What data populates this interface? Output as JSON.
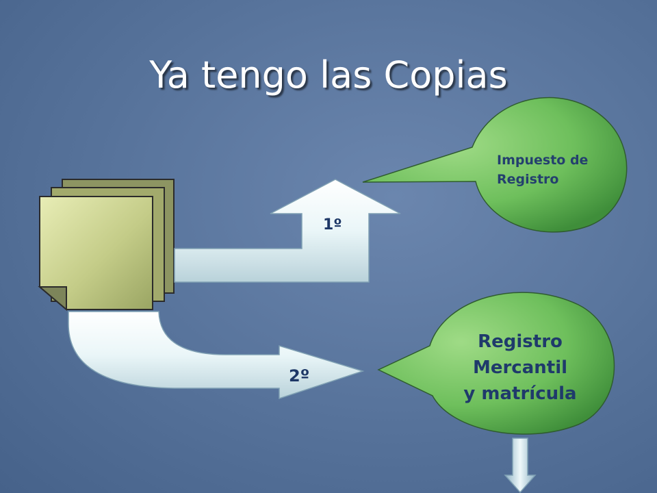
{
  "slide": {
    "title": "Ya tengo las Copias",
    "steps": [
      {
        "label": "1º",
        "target": "Impuesto de\nRegistro"
      },
      {
        "label": "2º",
        "target": "Registro\nMercantil\ny  matrícula"
      }
    ]
  },
  "colors": {
    "background": "#56729a",
    "document_fill": "#c7cf8e",
    "bubble_green": "#66b85a",
    "arrow_fill": "#e4f3f6",
    "label_text": "#1d3766"
  },
  "icons": [
    "document-stack-icon",
    "arrow-up-icon",
    "arrow-right-icon",
    "arrow-down-icon",
    "speech-bubble-icon"
  ]
}
